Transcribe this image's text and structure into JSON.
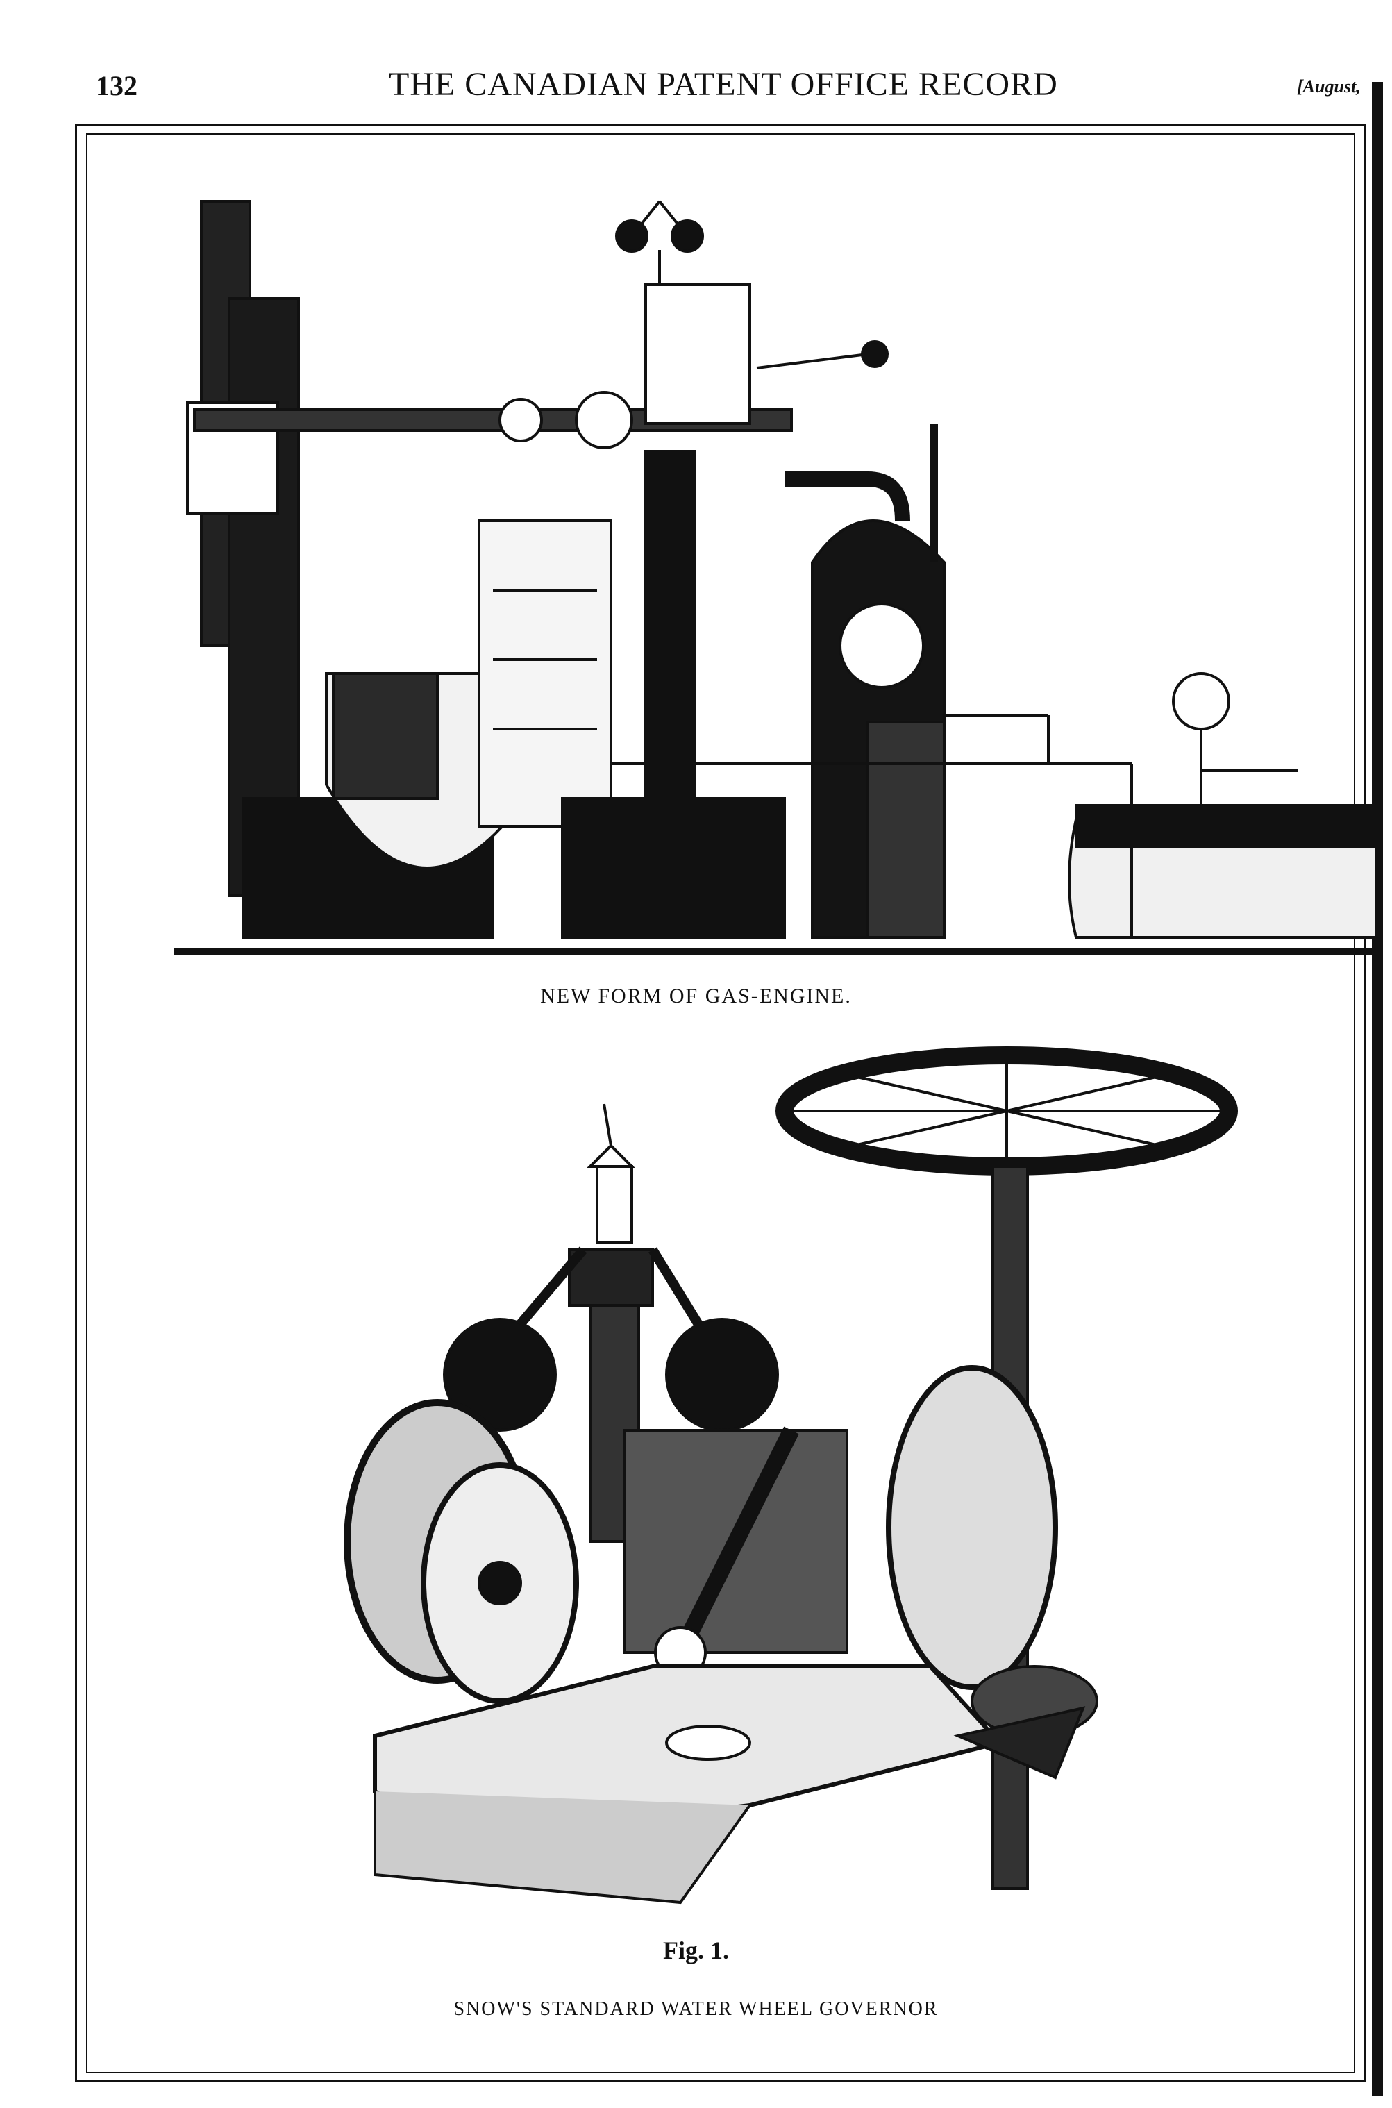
{
  "header": {
    "page_number": "132",
    "title": "THE CANADIAN PATENT OFFICE RECORD",
    "month": "[August,"
  },
  "figures": {
    "gas_engine_caption": "NEW FORM OF GAS-ENGINE.",
    "governor_fig_label": "Fig. 1.",
    "governor_caption": "SNOW'S STANDARD WATER WHEEL GOVERNOR"
  }
}
